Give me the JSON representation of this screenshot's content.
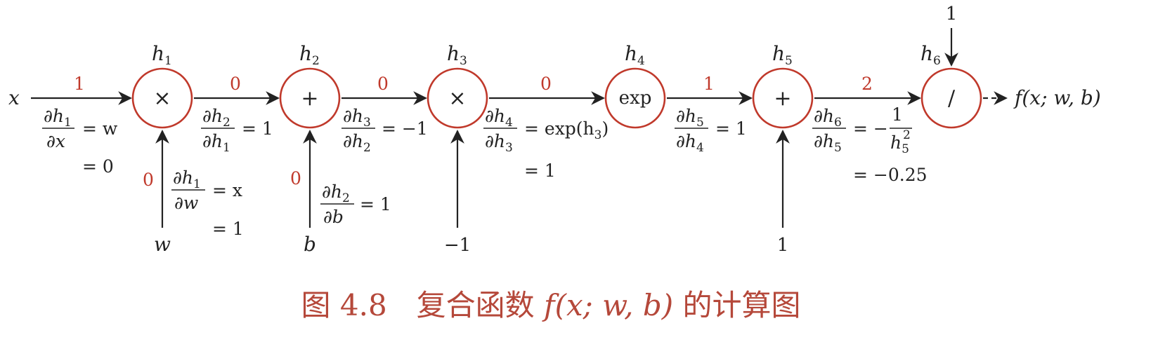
{
  "input_x": "x",
  "output_label": "f(x; w, b)",
  "nodes": [
    {
      "label": "h",
      "sub": "1",
      "op": "×"
    },
    {
      "label": "h",
      "sub": "2",
      "op": "+"
    },
    {
      "label": "h",
      "sub": "3",
      "op": "×"
    },
    {
      "label": "h",
      "sub": "4",
      "op": "exp"
    },
    {
      "label": "h",
      "sub": "5",
      "op": "+"
    },
    {
      "label": "h",
      "sub": "6",
      "op": "/"
    }
  ],
  "side_inputs": [
    {
      "value": "w",
      "gradient": "0"
    },
    {
      "value": "b",
      "gradient": "0"
    },
    {
      "value": "−1"
    },
    {
      "value": "1"
    },
    {
      "value": "1"
    }
  ],
  "edge_gradients": [
    "1",
    "0",
    "0",
    "0",
    "1",
    "2"
  ],
  "derivatives": {
    "d1": {
      "num": "∂h",
      "num_sub": "1",
      "den": "∂x",
      "den_sub": "",
      "rhs": "= w",
      "result": "= 0"
    },
    "d2": {
      "num": "∂h",
      "num_sub": "2",
      "den": "∂h",
      "den_sub": "1",
      "rhs": "= 1"
    },
    "d3": {
      "num": "∂h",
      "num_sub": "3",
      "den": "∂h",
      "den_sub": "2",
      "rhs": "= −1"
    },
    "d4": {
      "num": "∂h",
      "num_sub": "4",
      "den": "∂h",
      "den_sub": "3",
      "rhs": "= exp(h",
      "rhs_sub": "3",
      "rhs_end": ")",
      "result": "= 1"
    },
    "d5": {
      "num": "∂h",
      "num_sub": "5",
      "den": "∂h",
      "den_sub": "4",
      "rhs": "= 1"
    },
    "d6": {
      "num": "∂h",
      "num_sub": "6",
      "den": "∂h",
      "den_sub": "5",
      "rhs": "= −",
      "frac_num": "1",
      "frac_den": "h",
      "frac_den_sub": "5",
      "frac_den_sup": "2",
      "result": "= −0.25"
    },
    "dw": {
      "num": "∂h",
      "num_sub": "1",
      "den": "∂w",
      "den_sub": "",
      "rhs": "= x",
      "result": "= 1"
    },
    "db": {
      "num": "∂h",
      "num_sub": "2",
      "den": "∂b",
      "den_sub": "",
      "rhs": "= 1"
    }
  },
  "caption": {
    "prefix": "图 4.8　复合函数 ",
    "func": "f(x; w, b)",
    "suffix": " 的计算图"
  }
}
